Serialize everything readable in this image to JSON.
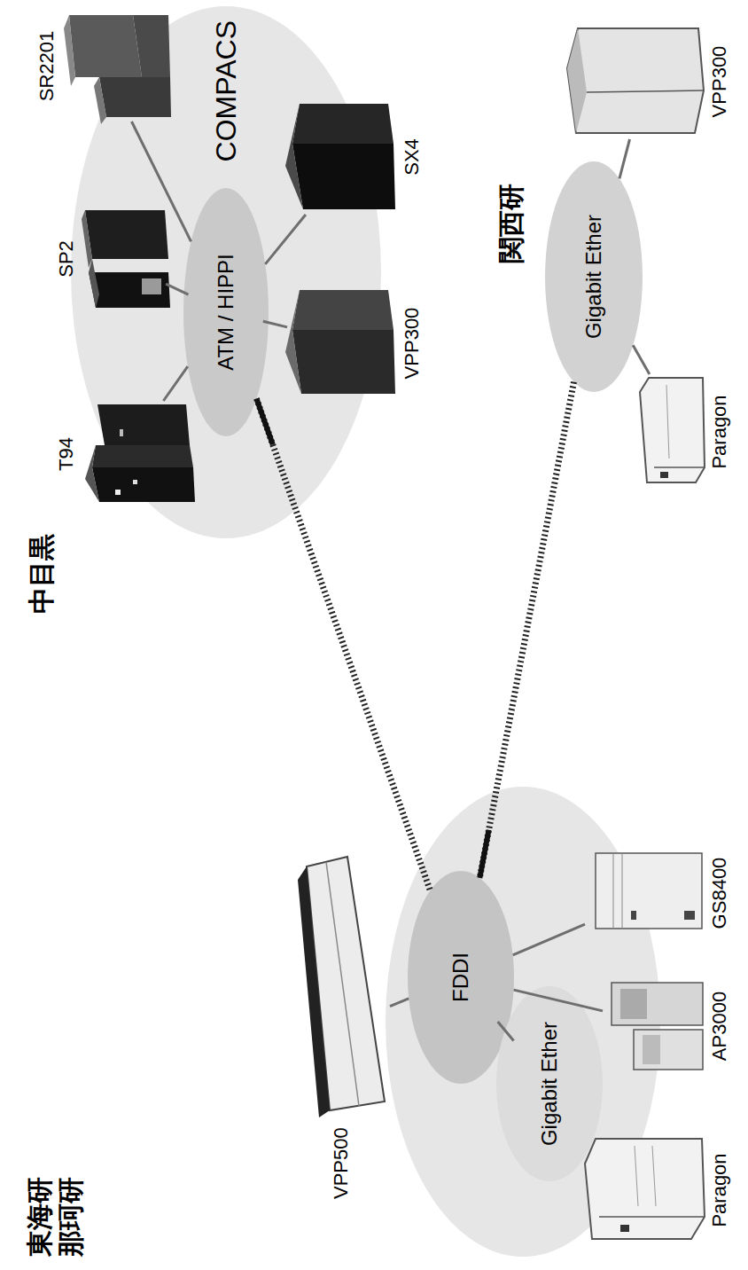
{
  "diagram": {
    "nodes": [
      {
        "text": [
          "COMPACS"
        ]
      },
      {
        "text": [
          "ATM / HIPPI"
        ],
        "in": 0
      },
      {
        "text": [
          "T94"
        ]
      },
      {
        "text": [
          "SP2"
        ]
      },
      {
        "text": [
          "SR2201"
        ]
      },
      {
        "text": [
          "VPP300"
        ]
      },
      {
        "text": [
          "SX4"
        ]
      },
      {
        "text": [
          "FDDI"
        ]
      },
      {
        "text": [
          "Gigabit Ether"
        ]
      },
      {
        "text": [
          "VPP500"
        ]
      },
      {
        "text": [
          "Paragon"
        ]
      },
      {
        "text": [
          "AP3000"
        ]
      },
      {
        "text": [
          "GS8400"
        ]
      },
      {
        "text": [
          "Gigabit Ether"
        ]
      },
      {
        "text": [
          "Paragon"
        ]
      },
      {
        "text": [
          "VPP300"
        ]
      }
    ],
    "edges": [
      {
        "from": 1,
        "to": 2,
        "arrow": "none"
      },
      {
        "from": 1,
        "to": 3,
        "arrow": "none"
      },
      {
        "from": 1,
        "to": 4,
        "arrow": "none"
      },
      {
        "from": 1,
        "to": 5,
        "arrow": "none"
      },
      {
        "from": 1,
        "to": 6,
        "arrow": "none"
      },
      {
        "from": 1,
        "to": 7,
        "arrow": "none"
      },
      {
        "from": 13,
        "to": 7,
        "arrow": "none"
      },
      {
        "from": 7,
        "to": 8,
        "arrow": "none"
      },
      {
        "from": 7,
        "to": 9,
        "arrow": "none"
      },
      {
        "from": 7,
        "to": 11,
        "arrow": "none"
      },
      {
        "from": 7,
        "to": 12,
        "arrow": "none"
      },
      {
        "from": 13,
        "to": 14,
        "arrow": "none"
      },
      {
        "from": 13,
        "to": 15,
        "arrow": "none"
      }
    ],
    "labels": [
      "中目黒",
      "東海研 那珂研",
      "関西研"
    ]
  }
}
